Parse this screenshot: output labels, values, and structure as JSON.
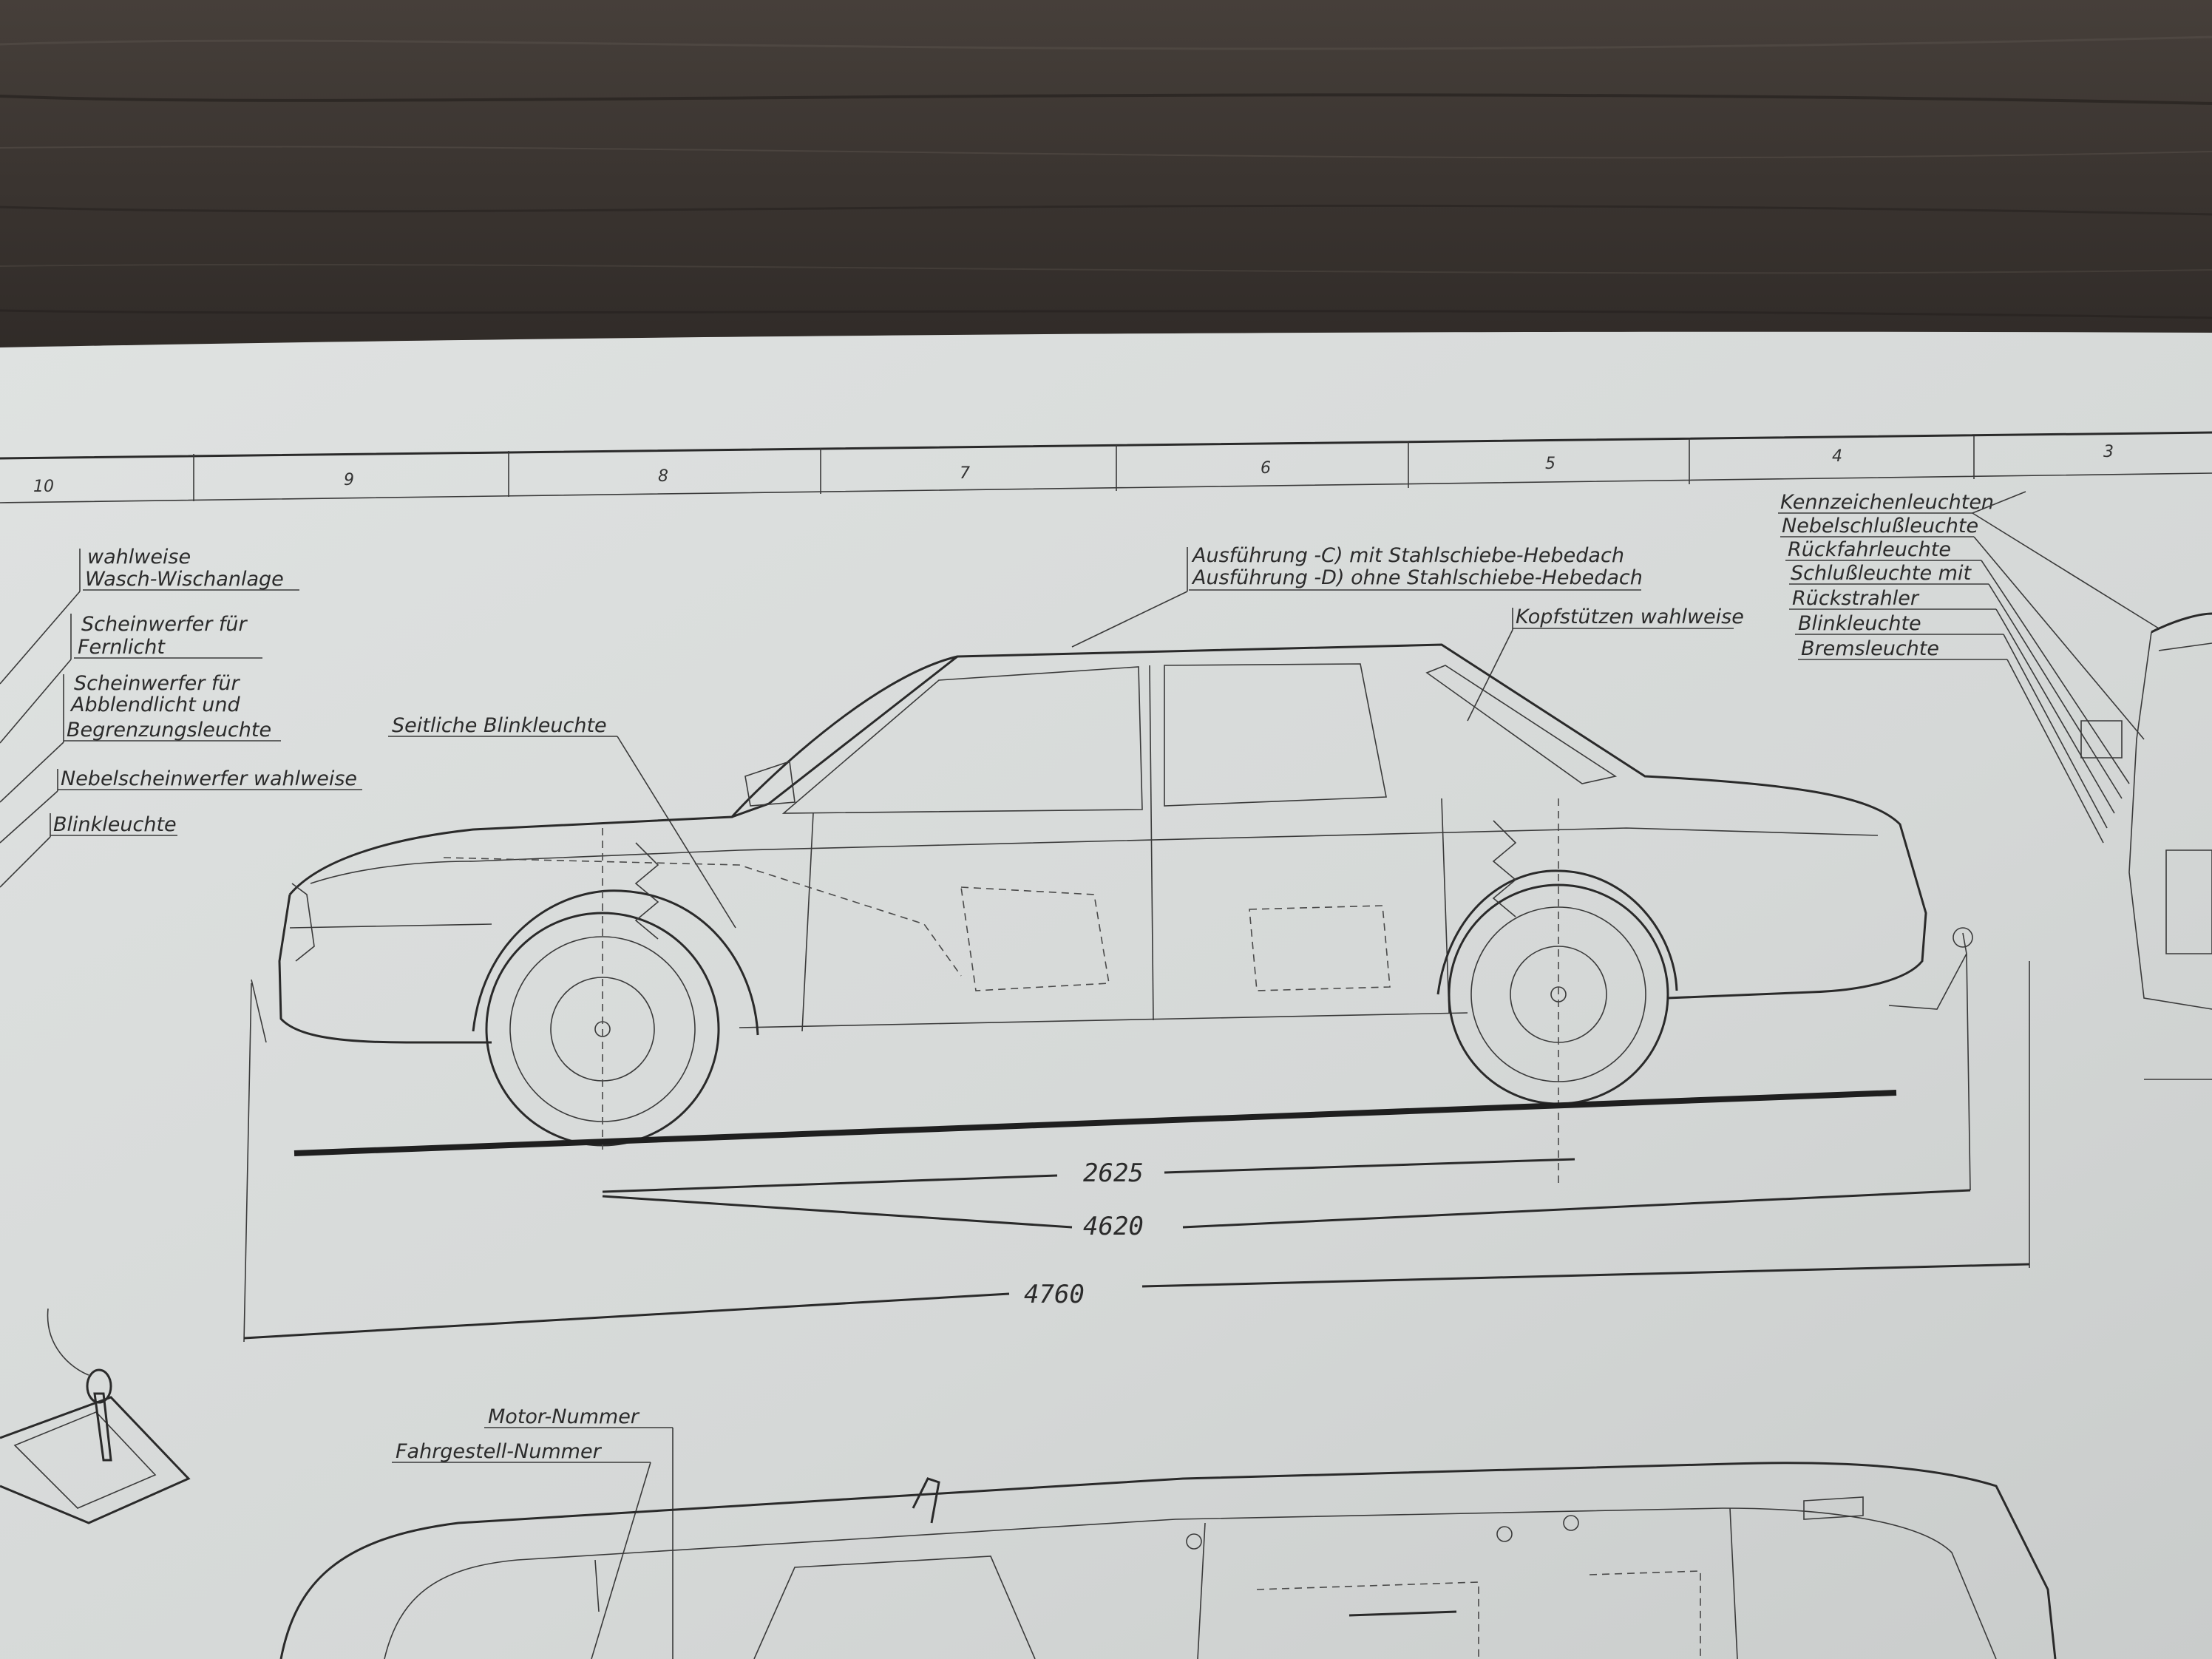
{
  "drawing": {
    "ruler_numbers": [
      "10",
      "9",
      "8",
      "7",
      "6",
      "5",
      "4",
      "3"
    ],
    "front_labels": [
      [
        "wahlweise",
        "Wasch-Wischanlage"
      ],
      [
        "Scheinwerfer für",
        "Fernlicht"
      ],
      [
        "Scheinwerfer für",
        "Abblendlicht und",
        "Begrenzungsleuchte"
      ],
      [
        "Nebelscheinwerfer wahlweise"
      ],
      [
        "Blinkleuchte"
      ]
    ],
    "side_indicator": "Seitliche Blinkleuchte",
    "roof_variants": [
      "Ausführung -C) mit Stahlschiebe-Hebedach",
      "Ausführung -D) ohne Stahlschiebe-Hebedach"
    ],
    "headrest": "Kopfstützen wahlweise",
    "rear_labels": [
      "Kennzeichenleuchten",
      "Nebelschlußleuchte",
      "Rückfahrleuchte",
      "Schlußleuchte mit",
      "Rückstrahler",
      "Blinkleuchte",
      "Bremsleuchte"
    ],
    "dimensions": {
      "wheelbase": "2625",
      "body_length": "4620",
      "overall_length": "4760"
    },
    "lower_labels": [
      "Motor-Nummer",
      "Fahrgestell-Nummer"
    ]
  },
  "colors": {
    "paper": "#d9dcdb",
    "ink": "#2a2a2a",
    "wood": "#3a3430"
  }
}
